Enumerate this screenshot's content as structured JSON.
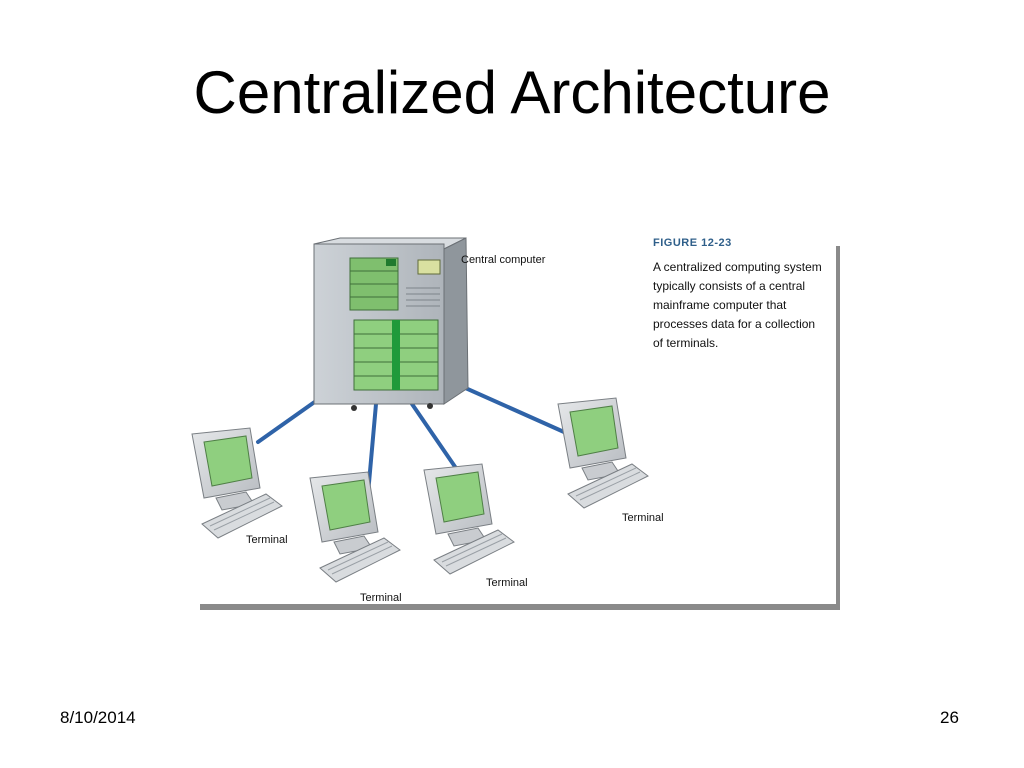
{
  "slide": {
    "title": "Centralized Architecture",
    "date": "8/10/2014",
    "page_number": "26"
  },
  "figure": {
    "number": "FIGURE 12-23",
    "caption": "A centralized computing system typically consists of a central mainframe computer that processes data for a collection of terminals.",
    "caption_lines": [
      "A centralized computing system",
      "typically consists of a central",
      "mainframe computer that",
      "processes data for a collection",
      "of terminals."
    ],
    "central_label": "Central computer",
    "terminal_labels": [
      "Terminal",
      "Terminal",
      "Terminal",
      "Terminal"
    ],
    "colors": {
      "screen": "#8fcf7f",
      "server_body": "#b8bec5",
      "cable": "#2f63a8",
      "frame_shadow": "#8a8a8a"
    }
  }
}
